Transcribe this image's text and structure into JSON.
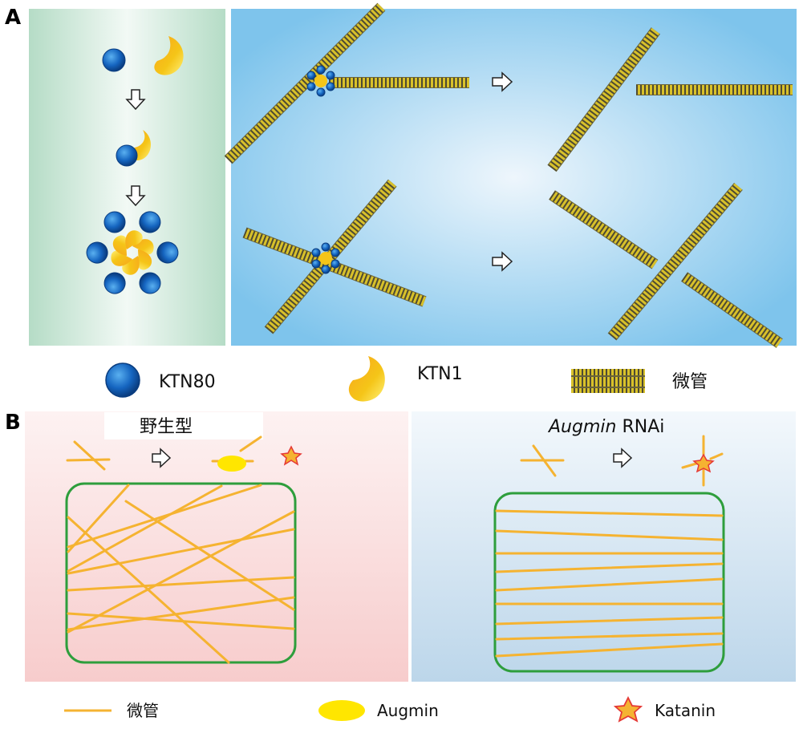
{
  "panel_a": {
    "letter": "A",
    "legend": {
      "ktn80": "KTN80",
      "ktn1": "KTN1",
      "microtubule": "微管"
    }
  },
  "panel_b": {
    "letter": "B",
    "wild_type_title": "野生型",
    "rnai_title_italic": "Augmin",
    "rnai_title_rest": " RNAi",
    "legend": {
      "microtubule": "微管",
      "augmin": "Augmin",
      "katanin": "Katanin"
    }
  },
  "colors": {
    "ktn80_blue": "#1565c0",
    "ktn1_yellow": "#f5c518",
    "microtubule_orange": "#f5b331",
    "cell_green": "#2e9e3c",
    "augmin_yellow": "#ffe600",
    "katanin_red": "#e53935"
  }
}
